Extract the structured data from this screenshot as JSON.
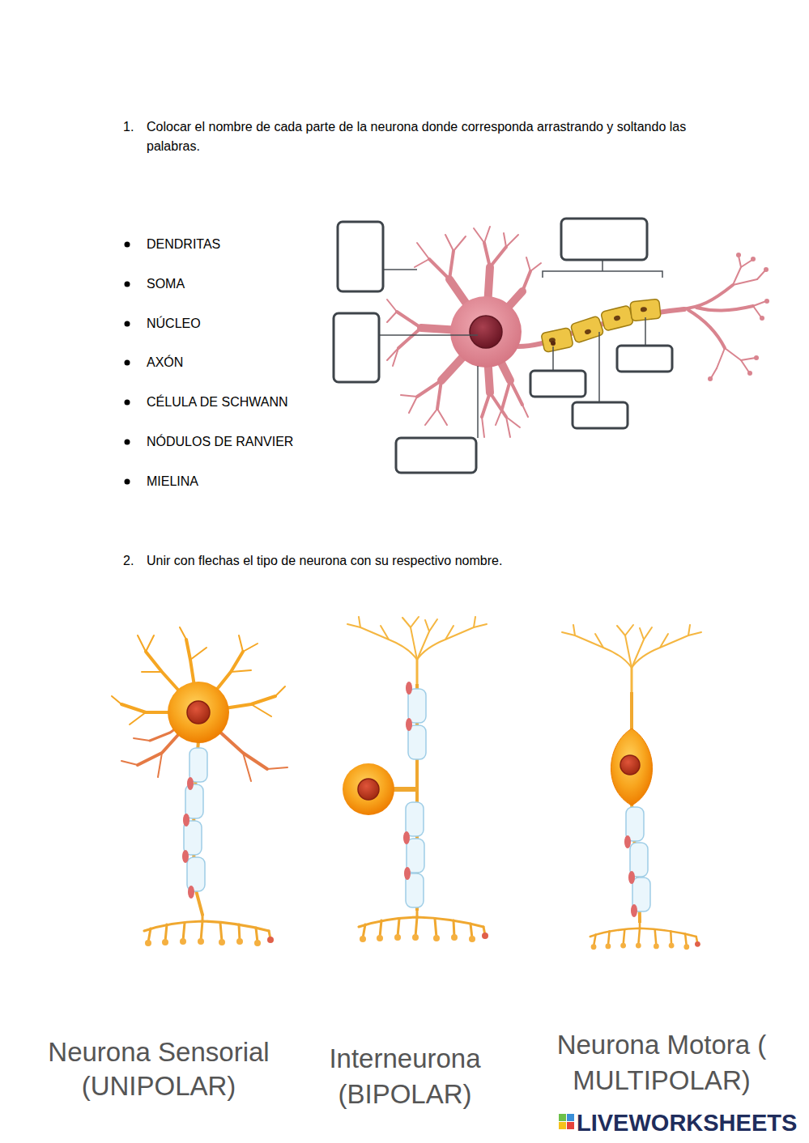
{
  "diagram": {
    "labels": [
      "1.",
      "Colocar el nombre de cada parte de la neurona donde corresponda arrastrando y soltando las palabras.",
      "DENDRITAS",
      "SOMA",
      "NÚCLEO",
      "AXÓN",
      "CÉLULA DE SCHWANN",
      "NÓDULOS DE RANVIER",
      "MIELINA",
      "2.",
      "Unir con flechas el tipo de neurona con su respectivo nombre.",
      "Neurona Sensorial (UNIPOLAR)",
      "Interneurona (BIPOLAR)",
      "Neurona Motora ( MULTIPOLAR)",
      "LIVEWORKSHEETS"
    ]
  }
}
